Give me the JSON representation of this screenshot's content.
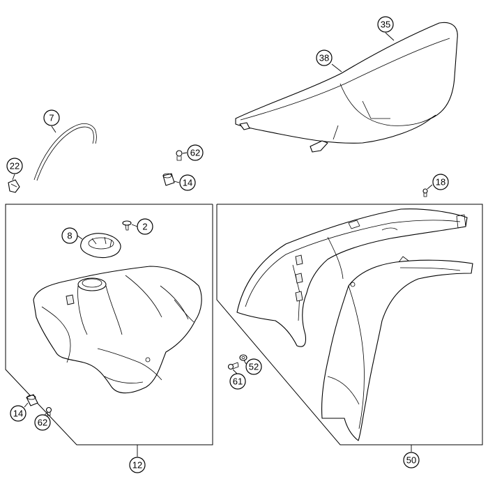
{
  "callouts": {
    "c35": "35",
    "c38": "38",
    "c7": "7",
    "c62_top": "62",
    "c22": "22",
    "c14_top": "14",
    "c18": "18",
    "c8": "8",
    "c2": "2",
    "c14_bottom": "14",
    "c62_bottom": "62",
    "c52": "52",
    "c61": "61",
    "c12": "12",
    "c50": "50"
  },
  "colors": {
    "line": "#000000",
    "background": "#ffffff"
  }
}
